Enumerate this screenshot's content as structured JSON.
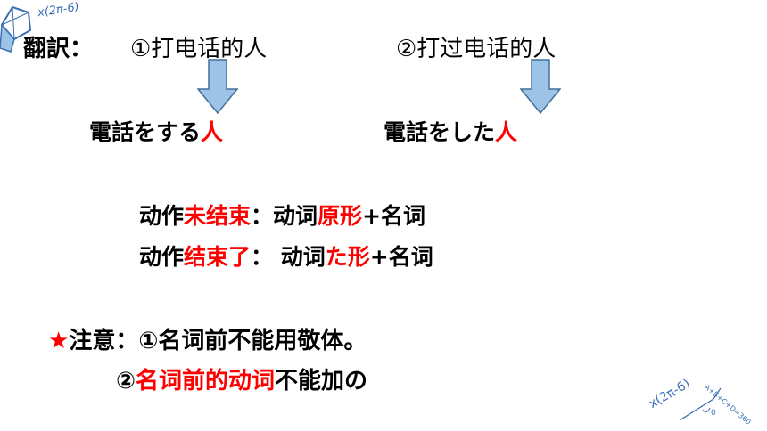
{
  "deco": {
    "top_formula": "x(2π-6)",
    "bottom_formula": "x(2π-6)",
    "bottom_equation": "A+B+C+D=360",
    "bottom_zero": "0",
    "color": "#3b6fb6"
  },
  "colors": {
    "accent": "#ff0000",
    "arrow_fill": "#9dc3e6",
    "arrow_stroke": "#41719c"
  },
  "translation": {
    "label": "翻訳：",
    "item1": "①打电话的人",
    "item2": "②打过电话的人",
    "result1": {
      "main": "電話をする",
      "highlight": "人"
    },
    "result2": {
      "main": "電話をした",
      "highlight": "人"
    }
  },
  "rules": {
    "line1": {
      "a": "动作",
      "b": "未结束",
      "c": "：动词",
      "d": "原形",
      "e": "+名词"
    },
    "line2": {
      "a": "动作",
      "b": "结束了",
      "c": "： 动词",
      "d": "た形",
      "e": "+名词"
    }
  },
  "notes": {
    "star": "★",
    "line1": "注意：①名词前不能用敬体。",
    "line2": {
      "a": "②",
      "b": "名词前的动词",
      "c": "不能加の"
    }
  }
}
